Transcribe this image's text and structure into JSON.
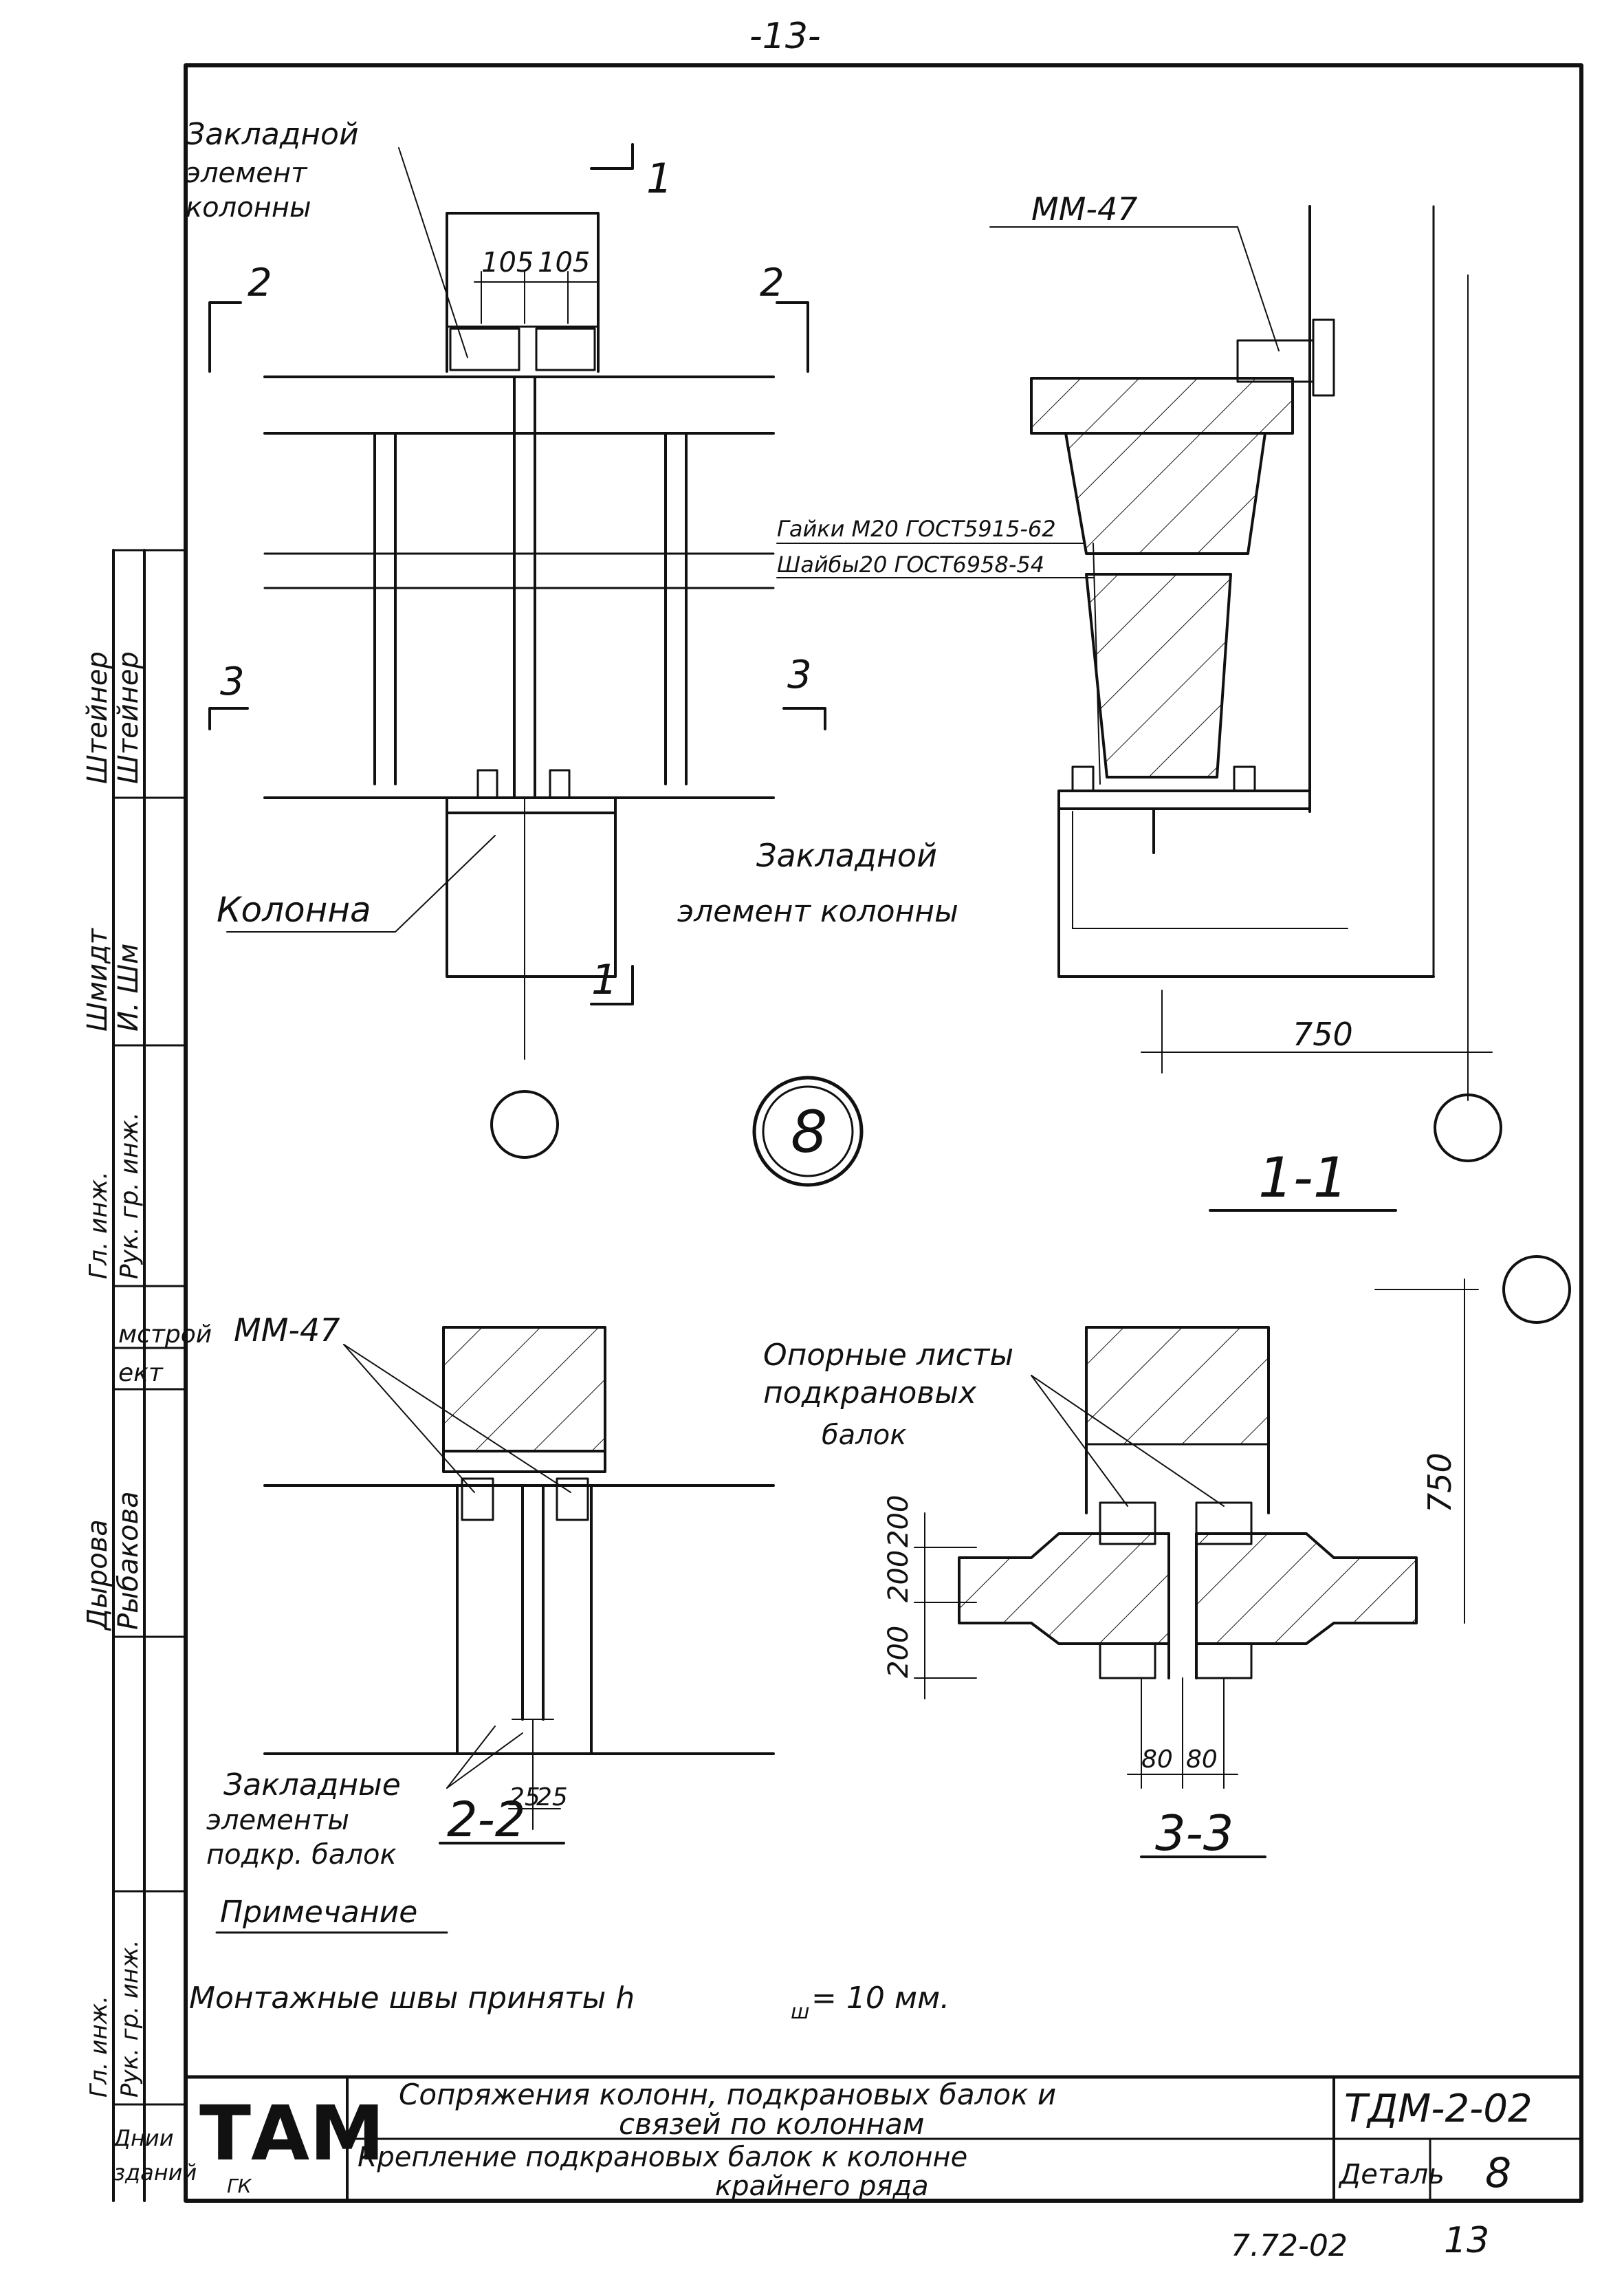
{
  "page": {
    "page_number": "-13-",
    "bottom_code": "7.72-02",
    "bottom_page": "13"
  },
  "section_1_1": {
    "title": "1-1",
    "callout_mm47": "ММ-47",
    "nut_note": "Гайки М20 ГОСТ5915-62",
    "washer_note": "Шайбы20 ГОСТ6958-54",
    "embedded_label_line1": "Закладной",
    "embedded_label_line2": "элемент колонны",
    "dim_750": "750"
  },
  "elevation": {
    "embedded_label": [
      "Закладной",
      "элемент",
      "колонны"
    ],
    "dim_105_left": "105",
    "dim_105_right": "105",
    "section_mark_1": "1",
    "section_mark_2": "2",
    "section_mark_3": "3",
    "column_label": "Колонна"
  },
  "detail_number": "8",
  "section_2_2": {
    "title": "2-2",
    "callout_mm47": "ММ-47",
    "embedded_label": [
      "Закладные",
      "элементы",
      "подкр. балок"
    ],
    "dim_25_left": "25",
    "dim_25_right": "25"
  },
  "section_3_3": {
    "title": "3-3",
    "plates_label": [
      "Опорные листы",
      "подкрановых",
      "балок"
    ],
    "dim_200_top": "200",
    "dim_200_mid": "200",
    "dim_200_bot": "200",
    "dim_750": "750",
    "dim_80_left": "80",
    "dim_80_right": "80"
  },
  "note": {
    "heading": "Примечание",
    "text": "Монтажные  швы  приняты  h",
    "sub": "ш",
    "value": "= 10 мм."
  },
  "stamp_side": {
    "rows": [
      "Штейнер",
      "Штейнер",
      "Шмидт",
      "И. Шм",
      "Рук. гр. инж.",
      "Гл. инж.",
      "мстрой",
      "ект",
      "Дырова",
      "Рыбакова",
      "Рук. гр. инж.",
      "Гл. инж.",
      "Днии",
      "зданий"
    ]
  },
  "title_block": {
    "logo": "ТАМ",
    "logo_sub": "ГК",
    "title_line1": "Сопряжения колонн, подкрановых балок и",
    "title_line2": "связей   по колоннам",
    "subtitle_line1": "Крепление  подкрановых  балок  к  колонне",
    "subtitle_line2": "крайнего  ряда",
    "code": "ТДМ-2-02",
    "detail_label": "Деталь",
    "detail_value": "8"
  }
}
